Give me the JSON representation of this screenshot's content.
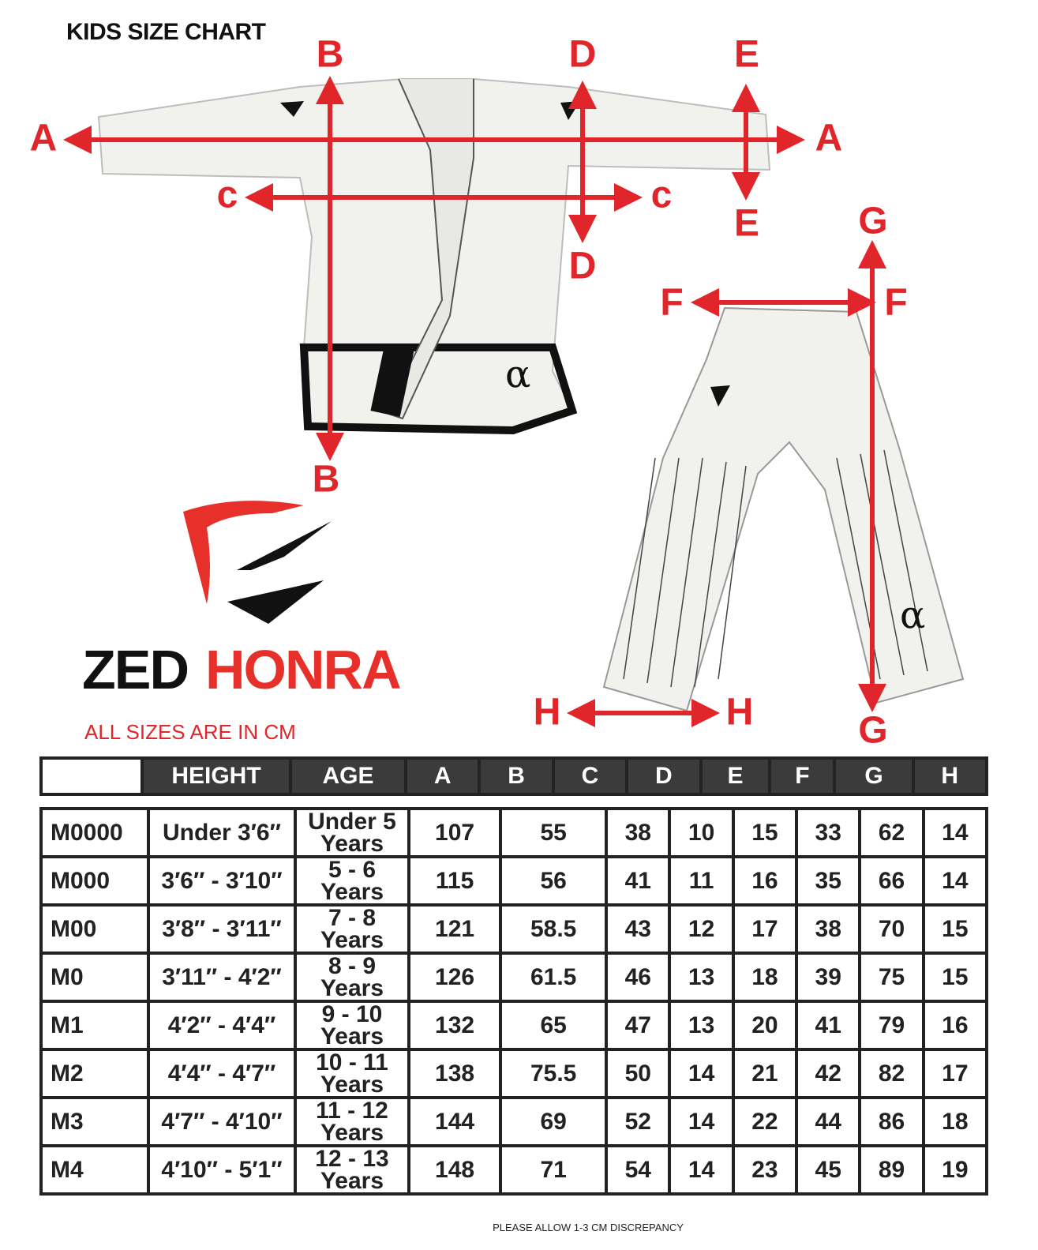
{
  "title": "KIDS SIZE CHART",
  "labels": {
    "A": "A",
    "B": "B",
    "C": "c",
    "D": "D",
    "E": "E",
    "F": "F",
    "G": "G",
    "H": "H"
  },
  "brand": {
    "part1": "ZED",
    "part2": "HONRA",
    "logo_color": "#e8302a",
    "dark": "#111111"
  },
  "note": "ALL SIZES ARE IN CM",
  "table": {
    "headers": [
      "HEIGHT",
      "AGE",
      "A",
      "B",
      "C",
      "D",
      "E",
      "F",
      "G",
      "H"
    ],
    "rows": [
      {
        "size": "M0000",
        "height": "Under 3′6″",
        "age": "Under 5 Years",
        "A": "107",
        "B": "55",
        "C": "38",
        "D": "10",
        "E": "15",
        "F": "33",
        "G": "62",
        "H": "14"
      },
      {
        "size": "M000",
        "height": "3′6″ - 3′10″",
        "age": "5 - 6 Years",
        "A": "115",
        "B": "56",
        "C": "41",
        "D": "11",
        "E": "16",
        "F": "35",
        "G": "66",
        "H": "14"
      },
      {
        "size": "M00",
        "height": "3′8″ - 3′11″",
        "age": "7 - 8 Years",
        "A": "121",
        "B": "58.5",
        "C": "43",
        "D": "12",
        "E": "17",
        "F": "38",
        "G": "70",
        "H": "15"
      },
      {
        "size": "M0",
        "height": "3′11″ - 4′2″",
        "age": "8 - 9 Years",
        "A": "126",
        "B": "61.5",
        "C": "46",
        "D": "13",
        "E": "18",
        "F": "39",
        "G": "75",
        "H": "15"
      },
      {
        "size": "M1",
        "height": "4′2″ - 4′4″",
        "age": "9 - 10 Years",
        "A": "132",
        "B": "65",
        "C": "47",
        "D": "13",
        "E": "20",
        "F": "41",
        "G": "79",
        "H": "16"
      },
      {
        "size": "M2",
        "height": "4′4″ - 4′7″",
        "age": "10 - 11 Years",
        "A": "138",
        "B": "75.5",
        "C": "50",
        "D": "14",
        "E": "21",
        "F": "42",
        "G": "82",
        "H": "17"
      },
      {
        "size": "M3",
        "height": "4′7″ - 4′10″",
        "age": "11 - 12 Years",
        "A": "144",
        "B": "69",
        "C": "52",
        "D": "14",
        "E": "22",
        "F": "44",
        "G": "86",
        "H": "18"
      },
      {
        "size": "M4",
        "height": "4′10″ - 5′1″",
        "age": "12 - 13 Years",
        "A": "148",
        "B": "71",
        "C": "54",
        "D": "14",
        "E": "23",
        "F": "45",
        "G": "89",
        "H": "19"
      }
    ]
  },
  "footer": "PLEASE ALLOW 1-3 CM DISCREPANCY"
}
